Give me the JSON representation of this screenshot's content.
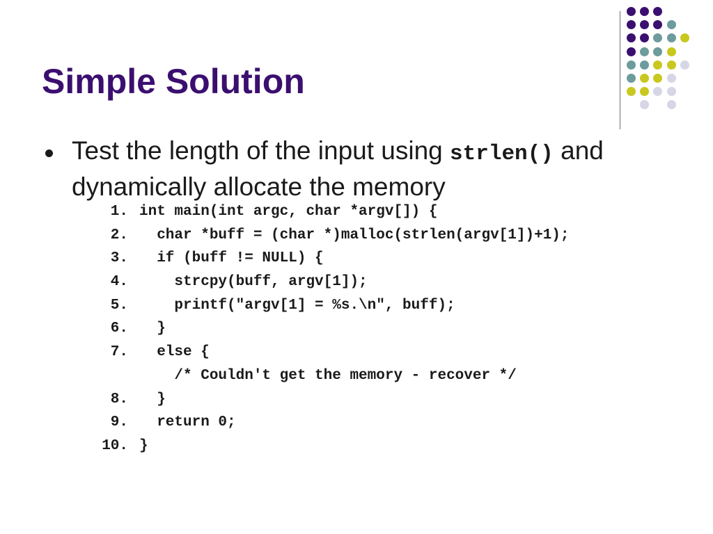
{
  "slide": {
    "title": "Simple Solution",
    "bullet": {
      "text_before": "Test the length of the input using ",
      "code": "strlen()",
      "text_after": " and dynamically allocate the memory"
    },
    "code_lines": [
      {
        "num": "1.",
        "code": "int main(int argc, char *argv[]) {"
      },
      {
        "num": "2.",
        "code": "  char *buff = (char *)malloc(strlen(argv[1])+1);"
      },
      {
        "num": "3.",
        "code": "  if (buff != NULL) {"
      },
      {
        "num": "4.",
        "code": "    strcpy(buff, argv[1]);"
      },
      {
        "num": "5.",
        "code": "    printf(\"argv[1] = %s.\\n\", buff);"
      },
      {
        "num": "6.",
        "code": "  }"
      },
      {
        "num": "7.",
        "code": "  else {"
      },
      {
        "num": "",
        "code": "    /* Couldn't get the memory - recover */"
      },
      {
        "num": "8.",
        "code": "  }"
      },
      {
        "num": "9.",
        "code": "  return 0;"
      },
      {
        "num": "10.",
        "code": "}"
      }
    ]
  },
  "colors": {
    "title": "#3b0f6f",
    "purple": "#3b0f6f",
    "teal": "#6e9b9b",
    "yellow": "#c8c81e",
    "lavender": "#d6d6e6"
  },
  "decoration": {
    "dot_grid": [
      [
        "purple",
        "purple",
        "purple",
        "none"
      ],
      [
        "purple",
        "purple",
        "purple",
        "teal"
      ],
      [
        "purple",
        "purple",
        "teal",
        "teal",
        "yellow"
      ],
      [
        "purple",
        "teal",
        "teal",
        "yellow"
      ],
      [
        "teal",
        "teal",
        "yellow",
        "yellow",
        "lavender"
      ],
      [
        "teal",
        "yellow",
        "yellow",
        "lavender"
      ],
      [
        "yellow",
        "yellow",
        "lavender",
        "lavender"
      ],
      [
        "none",
        "lavender",
        "none",
        "lavender"
      ]
    ]
  }
}
